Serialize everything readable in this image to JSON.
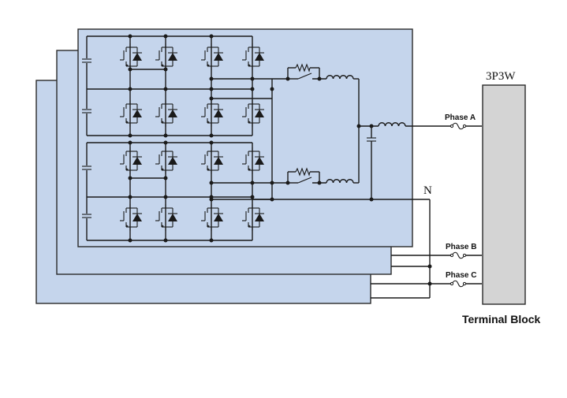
{
  "labels": {
    "system_type": "3P3W",
    "neutral": "N",
    "phase_a": "Phase A",
    "phase_b": "Phase B",
    "phase_c": "Phase C",
    "terminal_block": "Terminal Block"
  },
  "colors": {
    "panel_fill": "#c5d5ec",
    "terminal_block_fill": "#d4d4d4",
    "wire": "#1a1a1a"
  },
  "icons": [
    "igbt-switch-icon",
    "diode-icon",
    "capacitor-icon",
    "resistor-icon",
    "relay-switch-icon",
    "inductor-icon",
    "fuse-icon"
  ]
}
